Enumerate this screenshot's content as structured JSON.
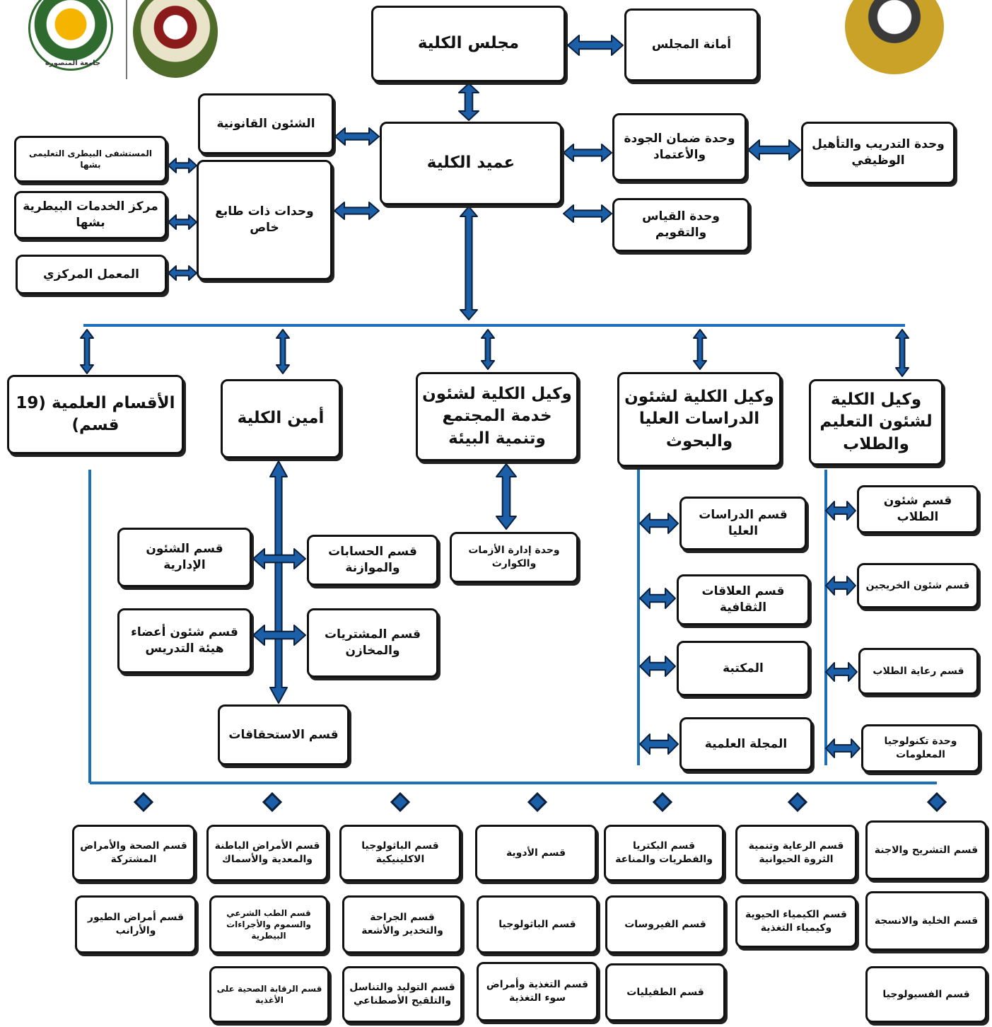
{
  "colors": {
    "line": "#1d6fb8",
    "arrow_fill": "#1a5fa8",
    "arrow_stroke": "#0b1f3a",
    "box_border": "#111111"
  },
  "logos": [
    {
      "name": "university-seal",
      "text": "جامعة المنصورة"
    },
    {
      "name": "faculty-emblem"
    },
    {
      "name": "right-emblem"
    }
  ],
  "top": {
    "council": "مجلس الكلية",
    "council_secretariat": "أمانة المجلس",
    "dean": "عميد الكلية",
    "legal_affairs": "الشئون القانونية",
    "quality_unit": "وحدة ضمان الجودة والأعتماد",
    "training_unit": "وحدة التدريب والتأهيل الوظيفي",
    "measurement_unit": "وحدة القياس والتقويم",
    "special_units": "وحدات ذات طابع خاص",
    "hospital": "المستشفى البيطرى التعليمى بشها",
    "vet_center": "مركز الخدمات البيطرية بشها",
    "central_lab": "المعمل المركزي"
  },
  "tier2": {
    "scientific_departments": "الأقسام العلمية (19 قسم)",
    "secretary": "أمين الكلية",
    "vice_community": "وكيل الكلية لشئون خدمة المجتمع وتنمية البيئة",
    "vice_graduate": "وكيل الكلية لشئون الدراسات العليا والبحوث",
    "vice_education": "وكيل الكلية لشئون التعليم والطلاب"
  },
  "secretary_units": {
    "admin_affairs": "قسم الشئون الإدارية",
    "accounts_budget": "قسم الحسابات والموازنة",
    "staff_affairs": "قسم شئون أعضاء هيئة التدريس",
    "purchasing_stores": "قسم المشتريات والمخازن",
    "entitlements": "قسم الاستحقاقات"
  },
  "community_units": {
    "crisis_unit": "وحدة إدارة الأزمات والكوارث"
  },
  "graduate_units": {
    "graduate_studies": "قسم الدراسات العليا",
    "cultural_relations": "قسم العلاقات الثقافية",
    "library": "المكتبة",
    "journal": "المجلة العلمية"
  },
  "education_units": {
    "student_affairs": "قسم شئون الطلاب",
    "graduates_affairs": "قسم شئون الخريجين",
    "student_welfare": "قسم رعاية الطلاب",
    "it_unit": "وحدة تكنولوجيا المعلومات"
  },
  "departments": [
    "قسم الصحة والأمراض المشتركة",
    "قسم الأمراض الباطنة والمعدية والأسماك",
    "قسم الباثولوجيا الاكلينيكية",
    "قسم الأدوية",
    "قسم البكتريا والفطريات والمناعة",
    "قسم الرعاية وتنمية الثروة الحيوانية",
    "قسم التشريح والاجنة",
    "قسم أمراض الطيور والأرانب",
    "قسم الطب الشرعي والسموم والأجراءات البيطرية",
    "قسم الجراحة والتخدير والأشعة",
    "قسم الباثولوجيا",
    "قسم الفيروسات",
    "قسم الكيمياء الحيوية وكيمياء التغذية",
    "قسم الخلية والانسجة",
    "قسم الرقابة الصحية على الأغذية",
    "قسم التوليد والتناسل والتلقيح الأصطناعي",
    "قسم التغذية وأمراض سوء التغذية",
    "قسم الطفيليات",
    "قسم الفسيولوجيا"
  ]
}
